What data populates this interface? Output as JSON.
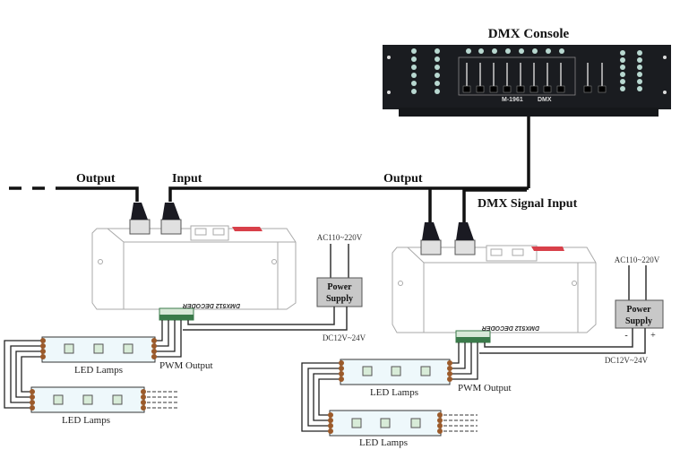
{
  "title": "DMX Console",
  "console": {
    "brand_text": "M-1961",
    "dmx_text": "DMX"
  },
  "labels": {
    "output_left": "Output",
    "input_left": "Input",
    "output_right": "Output",
    "dmx_signal_input": "DMX Signal Input",
    "pwm_output_left": "PWM Output",
    "pwm_output_right": "PWM Output",
    "led_lamps": "LED Lamps"
  },
  "decoder": {
    "label": "DMX512 DECODER"
  },
  "power_supply": {
    "line1": "Power",
    "line2": "Supply",
    "ac_label": "AC110~220V",
    "dc_label": "DC12V~24V",
    "minus": "-",
    "plus": "+"
  },
  "colors": {
    "wire": "#111111",
    "led_strip_fill": "#eef8fb",
    "terminal_green": "#3a7a4a",
    "connector_brown": "#9b5a2a",
    "decoder_red": "#d8404a",
    "power_box": "#c8c8c8"
  }
}
